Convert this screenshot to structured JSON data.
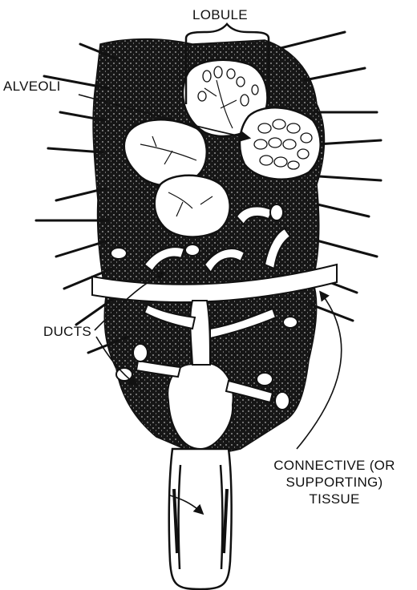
{
  "labels": {
    "lobule": "LOBULE",
    "alveoli": "ALVEOLI",
    "ducts": "DUCTS",
    "tissue": "CONNECTIVE (OR\nSUPPORTING)\nTISSUE"
  },
  "colors": {
    "ink": "#111111",
    "background": "#ffffff",
    "tissue_fill": "#161616"
  }
}
